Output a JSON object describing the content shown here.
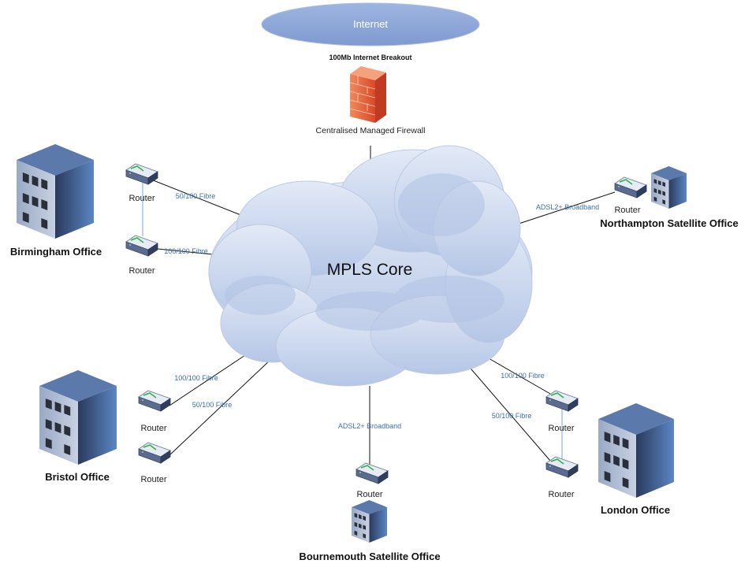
{
  "internet": {
    "label": "Internet"
  },
  "breakout": {
    "label": "100Mb Internet Breakout"
  },
  "firewall": {
    "label": "Centralised Managed Firewall",
    "icon": "firewall-icon"
  },
  "core": {
    "label": "MPLS Core",
    "icon": "cloud-icon"
  },
  "router_label": "Router",
  "offices": {
    "birmingham": "Birmingham Office",
    "northampton": "Northampton Satellite Office",
    "bristol": "Bristol Office",
    "bournemouth": "Bournemouth Satellite Office",
    "london": "London Office"
  },
  "links": {
    "birmingham_top": "50/100 Fibre",
    "birmingham_bottom": "100/100 Fibre",
    "northampton": "ADSL2+ Broadband",
    "bristol_top": "100/100 Fibre",
    "bristol_bottom": "50/100 Fibre",
    "bournemouth": "ADSL2+ Broadband",
    "london_top": "100/100 Fibre",
    "london_bottom": "50/100 Fibre"
  },
  "colors": {
    "internet_fill": "#8eaadb",
    "cloud_fill": "#c9d6ef",
    "link_text": "#3a6fb0",
    "building": "#3d4f72",
    "firewall": "#e8643c"
  }
}
